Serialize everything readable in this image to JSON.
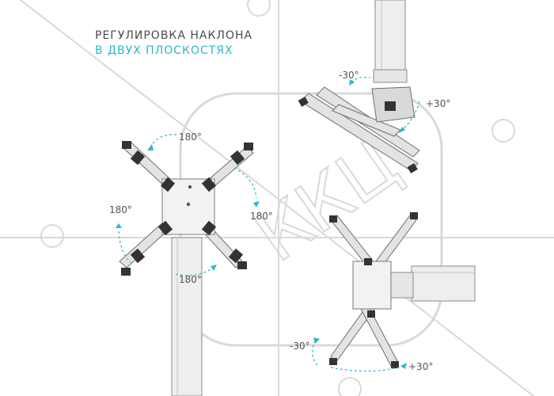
{
  "heading": {
    "line1": "РЕГУЛИРОВКА НАКЛОНА",
    "line2": "В ДВУХ ПЛОСКОСТЯХ"
  },
  "watermark_text": "ККЦ",
  "angles": {
    "front_top": "180°",
    "front_left": "180°",
    "front_right": "180°",
    "front_bottom": "180°",
    "tilt_top_left": "-30°",
    "tilt_top_right": "+30°",
    "tilt_bottom_left": "-30°",
    "tilt_bottom_right": "+30°"
  },
  "colors": {
    "accent": "#2fb7c9",
    "text": "#4a4a4a",
    "watermark": "#d9d9d9",
    "metal": "#dcdcdc",
    "outline": "#7a7a7a",
    "bracket": "#333333"
  }
}
